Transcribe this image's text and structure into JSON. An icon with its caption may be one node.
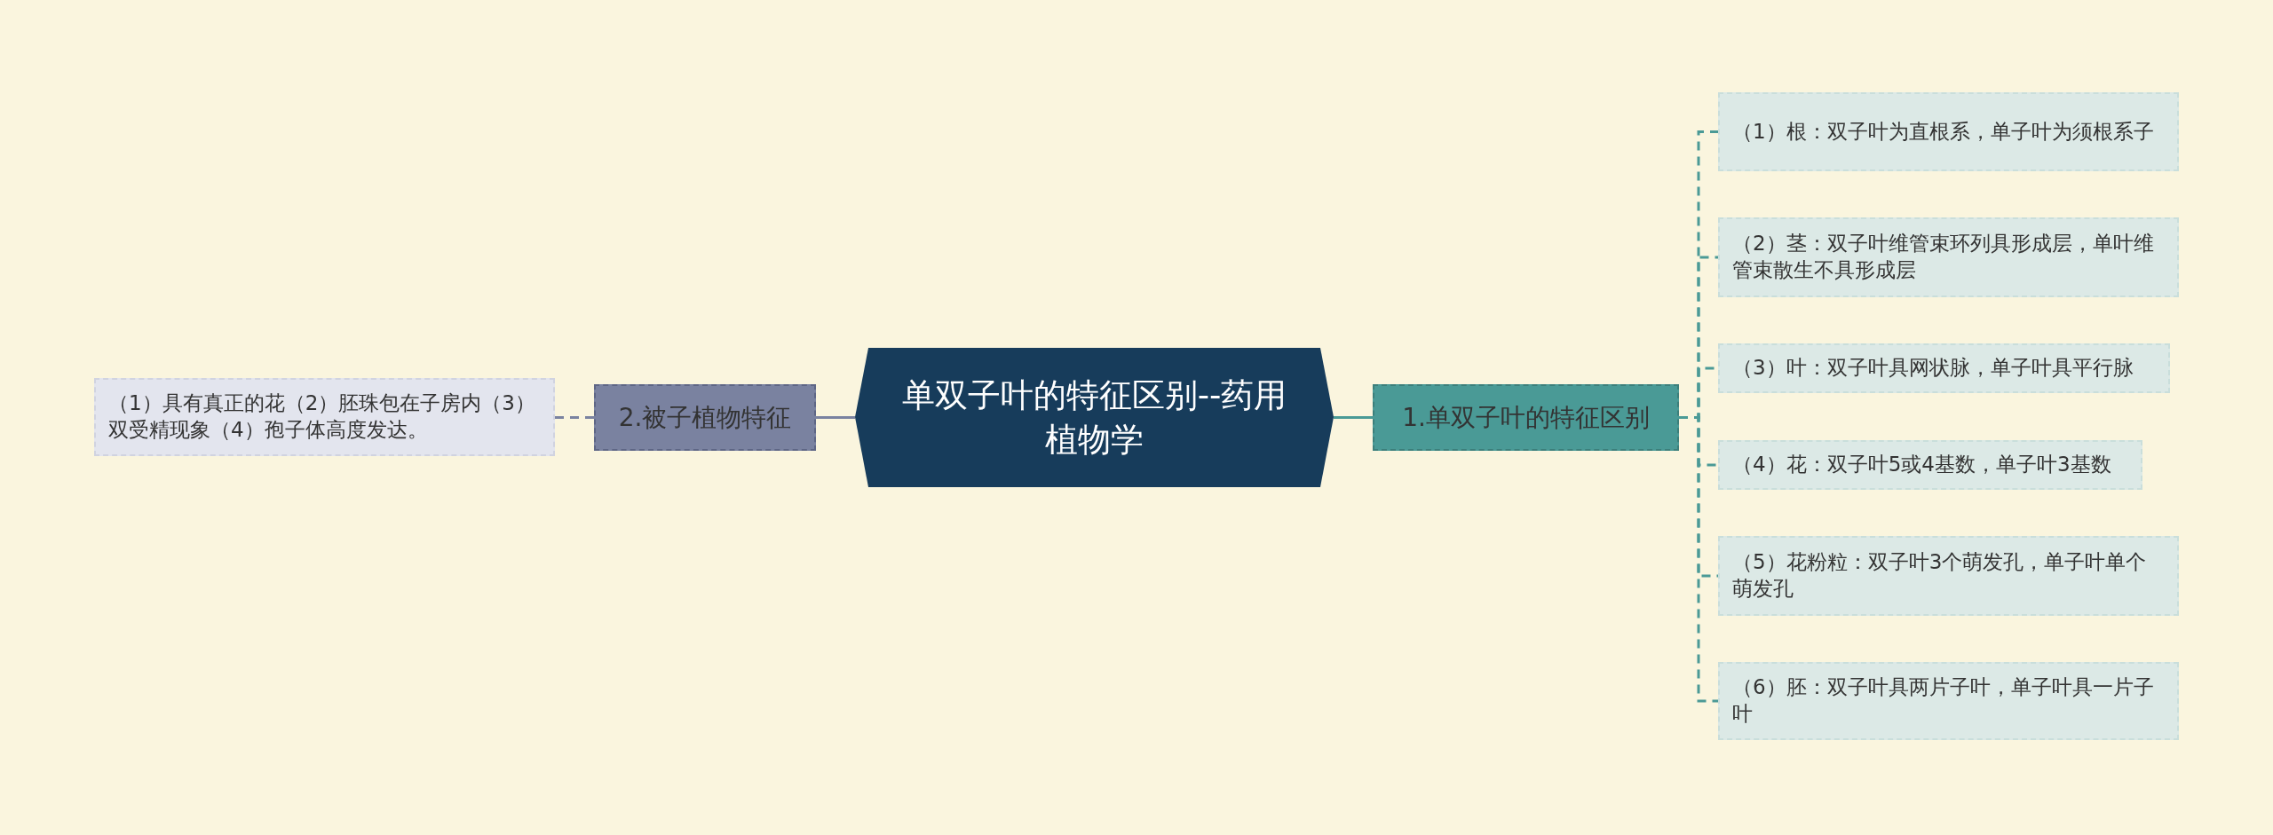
{
  "diagram": {
    "nodes": [
      {
        "text": [
          "单双子叶的特征区别--药用植物学"
        ]
      },
      {
        "text": [
          "1.单双子叶的特征区别"
        ]
      },
      {
        "text": [
          "2.被子植物特征"
        ]
      },
      {
        "text": [
          "（1）根：双子叶为直根系，单子叶为须根系子"
        ]
      },
      {
        "text": [
          "（2）茎：双子叶维管束环列具形成层，单叶维管束散生不具形成层"
        ]
      },
      {
        "text": [
          "（3）叶：双子叶具网状脉，单子叶具平行脉"
        ]
      },
      {
        "text": [
          "（4）花：双子叶5或4基数，单子叶3基数"
        ]
      },
      {
        "text": [
          "（5）花粉粒：双子叶3个萌发孔，单子叶单个萌发孔"
        ]
      },
      {
        "text": [
          "（6）胚：双子叶具两片子叶，单子叶具一片子叶"
        ]
      },
      {
        "text": [
          "（1）具有真正的花（2）胚珠包在子房内（3）双受精现象（4）孢子体高度发达。"
        ]
      }
    ],
    "edges": [
      {
        "from": 0,
        "to": 1,
        "arrow": "none"
      },
      {
        "from": 0,
        "to": 2,
        "arrow": "none",
        "color": "#7a82a0"
      },
      {
        "from": 1,
        "to": 3,
        "arrow": "none",
        "style": "dashed"
      },
      {
        "from": 1,
        "to": 4,
        "arrow": "none",
        "style": "dashed"
      },
      {
        "from": 1,
        "to": 5,
        "arrow": "none",
        "style": "dashed"
      },
      {
        "from": 1,
        "to": 6,
        "arrow": "none",
        "style": "dashed"
      },
      {
        "from": 1,
        "to": 7,
        "arrow": "none",
        "style": "dashed"
      },
      {
        "from": 1,
        "to": 8,
        "arrow": "none",
        "style": "dashed"
      },
      {
        "from": 2,
        "to": 9,
        "arrow": "none",
        "style": "dashed",
        "color": "#7a82a0"
      }
    ]
  }
}
